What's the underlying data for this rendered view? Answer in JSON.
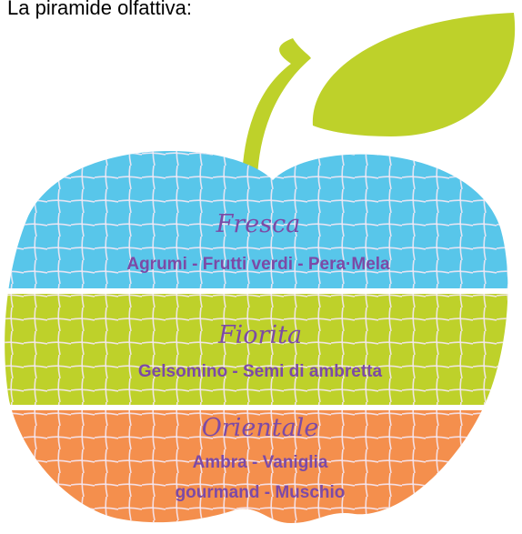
{
  "heading": "La piramide olfattiva:",
  "colors": {
    "leaf": "#bed12a",
    "text": "#7c4aa6",
    "grid": "#f4e8f4"
  },
  "layers": [
    {
      "title": "Fresca",
      "notes": [
        "Agrumi - Frutti verdi - Pera·Mela"
      ],
      "color": "#58c6ea"
    },
    {
      "title": "Fiorita",
      "notes": [
        "Gelsomino - Semi di ambretta"
      ],
      "color": "#bed12a"
    },
    {
      "title": "Orientale",
      "notes": [
        "Ambra - Vaniglia",
        "gourmand - Muschio"
      ],
      "color": "#f48f4d"
    }
  ]
}
